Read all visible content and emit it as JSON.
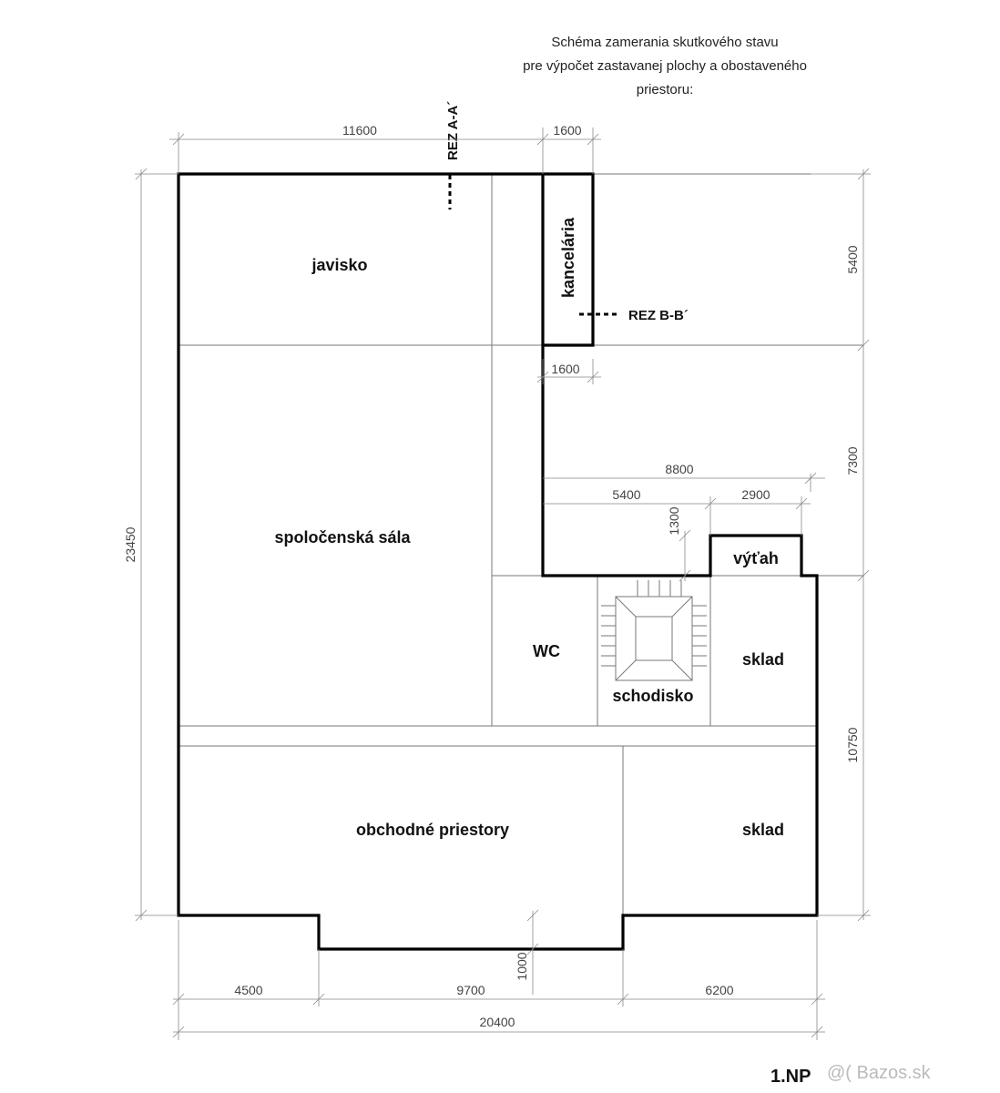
{
  "header": {
    "title_lines": [
      "Schéma  zamerania skutkového stavu",
      "pre výpočet zastavanej plochy a obostaveného",
      "priestoru:"
    ]
  },
  "rooms": {
    "stage": "javisko",
    "office": "kancelária",
    "hall": "spoločenská sála",
    "elevator": "výťah",
    "wc": "WC",
    "storage_upper": "sklad",
    "stairs": "schodisko",
    "shops": "obchodné priestory",
    "storage_lower": "sklad"
  },
  "sections": {
    "a": "REZ A-A´",
    "b": "REZ B-B´"
  },
  "dimensions": {
    "top_total": "11600",
    "top_office": "1600",
    "corridor": "1600",
    "lift_total": "8800",
    "lift_left": "5400",
    "lift_right": "2900",
    "lift_step": "1300",
    "left_total": "23450",
    "right_upper": "5400",
    "right_middle": "7300",
    "right_lower": "10750",
    "bottom_step": "1000",
    "bottom_left": "4500",
    "bottom_middle": "9700",
    "bottom_right": "6200",
    "bottom_total": "20400"
  },
  "footer": {
    "floor": "1.NP",
    "watermark": "@( Bazos.sk"
  }
}
